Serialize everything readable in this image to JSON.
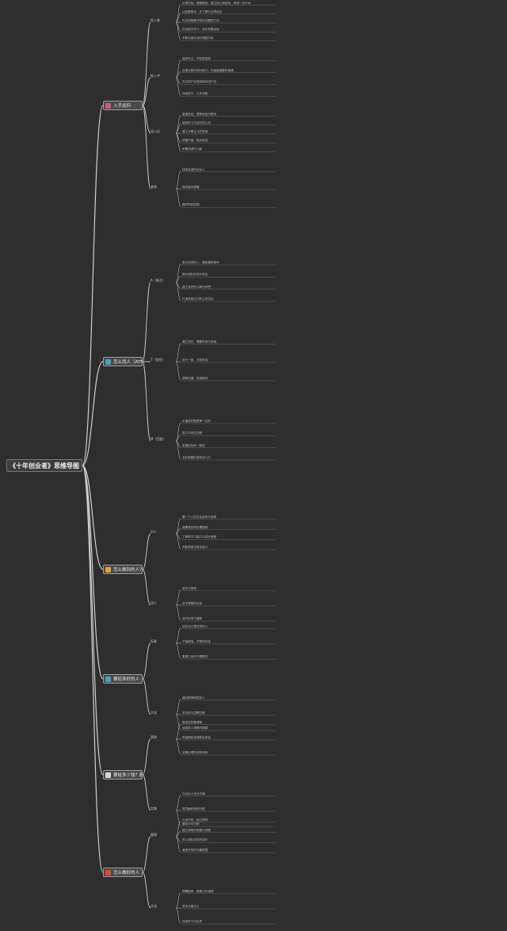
{
  "root": {
    "title": "《十年创业者》思维导图"
  },
  "colors": {
    "line": "#cfcfcf",
    "dot1": "#c85a7a",
    "dot2": "#4f9fb8",
    "dot3": "#e2a23a",
    "dot4": "#4f9fb8",
    "dot5": "#d8d8d8",
    "dot6": "#e24a3a",
    "check": "#7cc36a"
  },
  "branches": [
    {
      "label": "入手如何",
      "groups": [
        {
          "label": "投入前",
          "leaves": [
            "从零开始，慢慢摸索，建立信心和经验，再进一步行动",
            "认知是根本，先了解行业再动手",
            "先找到能解决真实问题的方向",
            "在实践中学习，逐步积累经验",
            "不断试错并及时调整方向"
          ]
        },
        {
          "label": "投入中",
          "leaves": [
            "保持专注，不轻易放弃",
            "合理分配时间与精力，先做最重要的事情",
            "关注用户反馈持续改进产品",
            "持续迭代，小步快跑"
          ]
        },
        {
          "label": "投入后",
          "leaves": [
            "复盘总结，提炼经验与教训",
            "保持学习与成长的心态",
            "建立长期主义的思维",
            "把握节奏，稳步前进",
            "积累资源与人脉"
          ]
        },
        {
          "label": "其他",
          "leaves": [
            "找到合适的合伙人",
            "保持身体健康",
            "做好风险控制"
          ]
        }
      ]
    },
    {
      "label": "怎么找人（ATM模型）",
      "groups": [
        {
          "label": "A（吸引）",
          "leaves": [
            "吸引优秀的人，靠愿景和使命",
            "展示团队的成长机会",
            "建立良好的口碑与声誉",
            "打造有吸引力的公司文化"
          ]
        },
        {
          "label": "T（信任）",
          "leaves": [
            "建立信任，需要时间与真诚",
            "言行一致，兑现承诺",
            "透明沟通，坦诚相待"
          ]
        },
        {
          "label": "M（匹配）",
          "leaves": [
            "价值观匹配是第一位的",
            "能力与岗位匹配",
            "发展目标的一致性",
            "互补型团队更有战斗力"
          ]
        }
      ]
    },
    {
      "label": "怎么做到的人？",
      "groups": [
        {
          "label": "识人",
          "leaves": [
            "看一个人的过往经历与选择",
            "观察其如何处理困难",
            "了解其学习能力与成长速度",
            "判断其是否有自驱力"
          ]
        },
        {
          "label": "用人",
          "leaves": [
            "信任与授权",
            "给予清晰的目标",
            "及时反馈与激励"
          ]
        }
      ]
    },
    {
      "label": "要招多好的人",
      "groups": [
        {
          "label": "标准",
          "leaves": [
            "招比自己更优秀的人",
            "宁缺毋滥，不降低标准",
            "看潜力而非只看履历"
          ]
        },
        {
          "label": "方法",
          "leaves": [
            "通过推荐网络找人",
            "亲自参与招聘过程",
            "给候选人清晰的期望"
          ]
        }
      ]
    },
    {
      "label": "要给多少钱？股权分配",
      "groups": [
        {
          "label": "原则",
          "leaves": [
            "股权结构要清晰",
            "预留期权池激励后来者",
            "设置合理的成熟机制"
          ]
        },
        {
          "label": "实践",
          "leaves": [
            "与合伙人充分沟通",
            "按贡献和承担分配",
            "避免平均分配"
          ]
        }
      ]
    },
    {
      "label": "怎么做好的人",
      "groups": [
        {
          "label": "管理",
          "leaves": [
            "以身作则，树立榜样",
            "建立清晰的制度与流程",
            "关心团队成员的成长",
            "营造开放的沟通氛围"
          ]
        },
        {
          "label": "文化",
          "leaves": [
            "明确使命、愿景与价值观",
            "坚持长期主义",
            "持续学习与反思"
          ]
        }
      ]
    }
  ]
}
